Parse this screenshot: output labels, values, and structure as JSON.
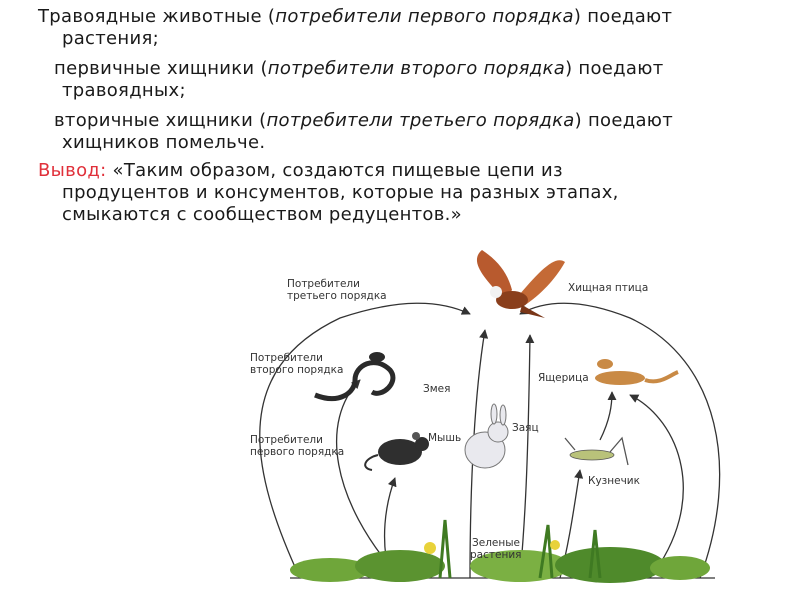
{
  "text": {
    "p1_a": "Травоядные животные (",
    "p1_i": "потребители первого порядка",
    "p1_b": ") поедают",
    "p1_c": "растения;",
    "p2_a": "первичные хищники (",
    "p2_i": "потребители второго порядка",
    "p2_b": ") поедают",
    "p2_c": "травоядных;",
    "p3_a": "вторичные хищники (",
    "p3_i": "потребители третьего порядка",
    "p3_b": ") поедают",
    "p3_c": "хищников помельче.",
    "p4_label": "Вывод:",
    "p4_a": " «Таким образом, создаются пищевые цепи из",
    "p4_b": "продуцентов и консументов, которые на разных этапах,",
    "p4_c": "смыкаются с сообществом редуцентов.»"
  },
  "diagram": {
    "level3_l1": "Потребители",
    "level3_l2": "третьего порядка",
    "level2_l1": "Потребители",
    "level2_l2": "второго порядка",
    "level1_l1": "Потребители",
    "level1_l2": "первого порядка",
    "bird": "Хищная птица",
    "snake": "Змея",
    "lizard": "Ящерица",
    "mouse": "Мышь",
    "hare": "Заяц",
    "grasshopper": "Кузнечик",
    "plants_l1": "Зеленые",
    "plants_l2": "растения"
  },
  "colors": {
    "accent": "#e0303a",
    "plants": "#4f8a2b"
  }
}
